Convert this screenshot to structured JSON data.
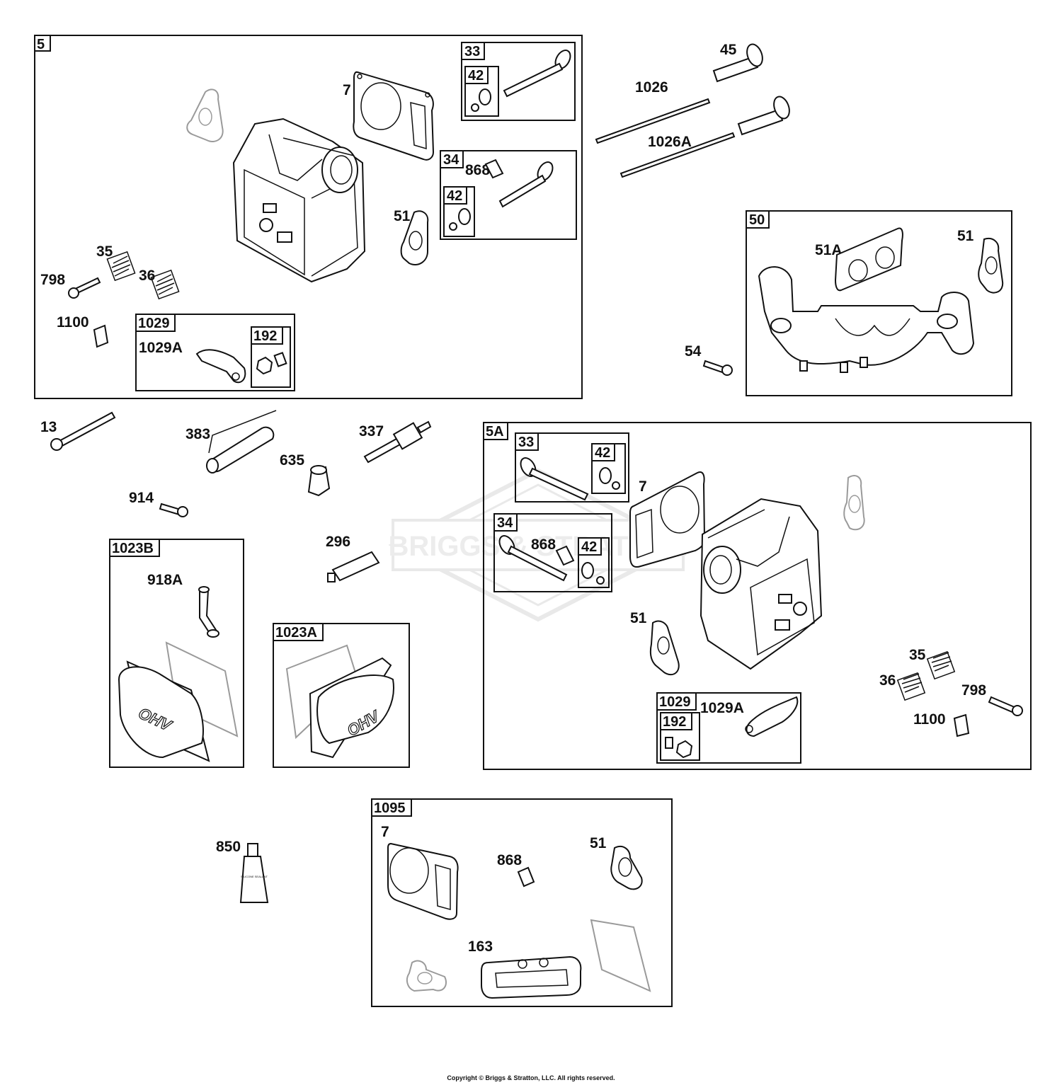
{
  "watermark": "BRIGGS & STRATTON",
  "copyright": "Copyright © Briggs & Stratton, LLC. All rights reserved.",
  "groups": {
    "g5": "5",
    "g5a": "5A",
    "g33a": "33",
    "g33b": "33",
    "g34a": "34",
    "g34b": "34",
    "g42a": "42",
    "g42b": "42",
    "g42c": "42",
    "g42d": "42",
    "g1029a": "1029",
    "g1029b": "1029",
    "g192a": "192",
    "g192b": "192",
    "g50": "50",
    "g1023b": "1023B",
    "g1023a": "1023A",
    "g1095": "1095"
  },
  "parts": {
    "p7_top": "7",
    "p868_top": "868",
    "p51_top": "51",
    "p35_top": "35",
    "p36_top": "36",
    "p798_top": "798",
    "p1100_top": "1100",
    "p1029a_top": "1029A",
    "p45": "45",
    "p1026": "1026",
    "p1026a": "1026A",
    "p51a": "51A",
    "p51_50": "51",
    "p54": "54",
    "p13": "13",
    "p383": "383",
    "p337": "337",
    "p635": "635",
    "p914": "914",
    "p296": "296",
    "p918a": "918A",
    "p7_5a": "7",
    "p868_5a": "868",
    "p51_5a": "51",
    "p35_5a": "35",
    "p36_5a": "36",
    "p798_5a": "798",
    "p1100_5a": "1100",
    "p1029a_5a": "1029A",
    "p850": "850",
    "p7_kit": "7",
    "p868_kit": "868",
    "p51_kit": "51",
    "p163": "163"
  },
  "tube_text": "SILICONE SEALANT",
  "cover_text": "OHV"
}
